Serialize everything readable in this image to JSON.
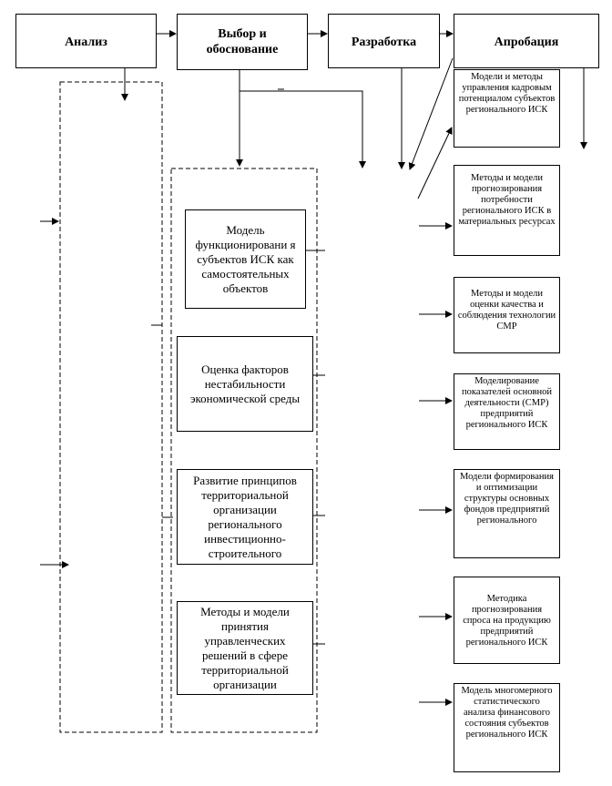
{
  "stages": {
    "analysis": "Анализ",
    "choice": "Выбор и обоснование",
    "development": "Разработка",
    "approbation": "Апробация"
  },
  "middle": [
    "Модель функционировани я субъектов ИСК как самостоятельных объектов",
    "Оценка факторов нестабильности экономической среды",
    "Развитие принципов территориальной организации регионального инвестиционно-строительного",
    "Методы и модели принятия управленческих решений в сфере территориальной организации"
  ],
  "right": [
    "Модели и методы управления кадровым потенциалом субъектов регионального ИСК",
    "Методы и модели прогнозирования потребности регионального ИСК в материальных ресурсах",
    "Методы и модели оценки качества и соблюдения технологии СМР",
    "Моделирование показателей основной деятельности (СМР) предприятий регионального ИСК",
    "Модели формирования и оптимизации структуры основных фондов предприятий регионального",
    "Методика прогнозирования спроса на продукцию предприятий регионального ИСК",
    "Модель многомерного статистического анализа финансового состояния субъектов регионального ИСК"
  ]
}
